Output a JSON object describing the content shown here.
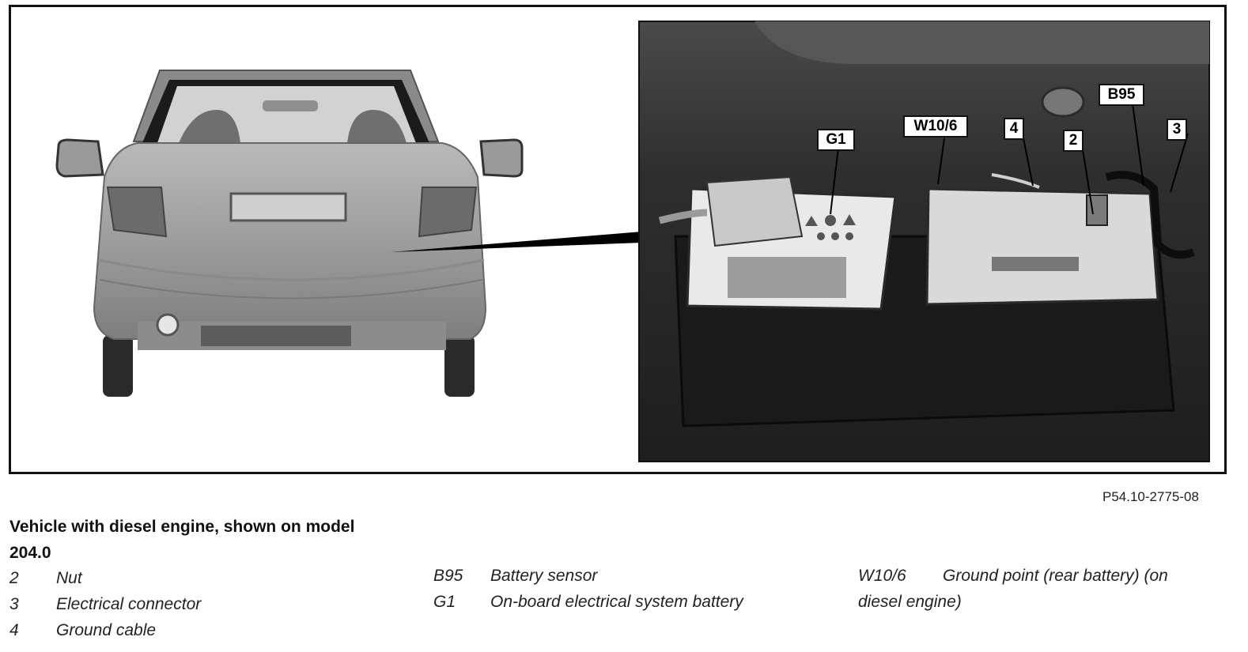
{
  "figure": {
    "number": "P54.10-2775-08",
    "callouts": {
      "g1": "G1",
      "w10_6": "W10/6",
      "c4": "4",
      "c2": "2",
      "b95": "B95",
      "c3": "3"
    }
  },
  "caption": {
    "title": "Vehicle with diesel engine, shown on model 204.0"
  },
  "legend": {
    "column1": [
      {
        "code": "2",
        "desc": "Nut"
      },
      {
        "code": "3",
        "desc": "Electrical connector"
      },
      {
        "code": "4",
        "desc": "Ground cable"
      }
    ],
    "column2": [
      {
        "code": "B95",
        "desc": "Battery sensor"
      },
      {
        "code": "G1",
        "desc": "On-board electrical system battery"
      }
    ],
    "column3": [
      {
        "code": "W10/6",
        "desc": "Ground point (rear battery) (on"
      }
    ],
    "column3_continuation": "diesel engine)"
  }
}
